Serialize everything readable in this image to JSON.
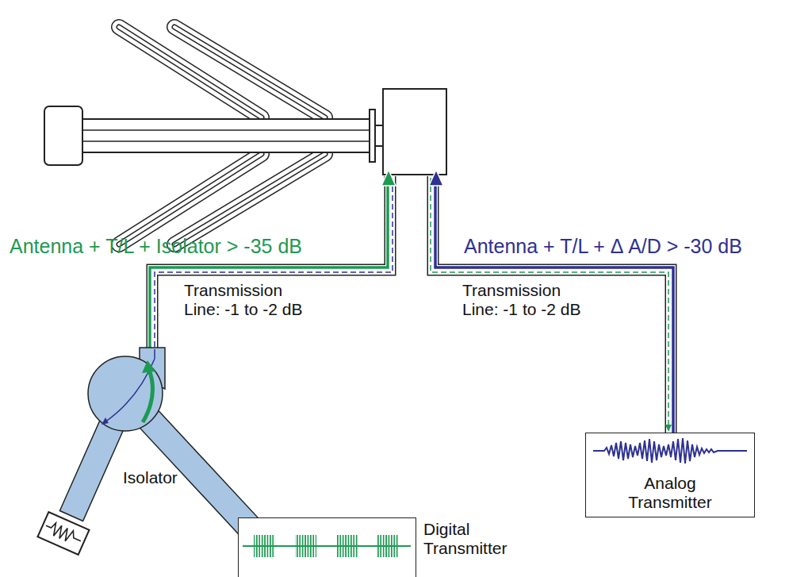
{
  "diagram": {
    "nodes": [
      {
        "text": [
          "Isolator"
        ]
      },
      {
        "text": [
          "Digital Transmitter"
        ]
      },
      {
        "text": [
          "Analog Transmitter"
        ]
      }
    ],
    "labels": [
      "Antenna + T/L + Isolator > -35 dB",
      "Transmission Line: -1 to -2 dB",
      "Antenna + T/L + Δ A/D > -30 dB",
      "Transmission Line: -1 to -2 dB"
    ]
  }
}
